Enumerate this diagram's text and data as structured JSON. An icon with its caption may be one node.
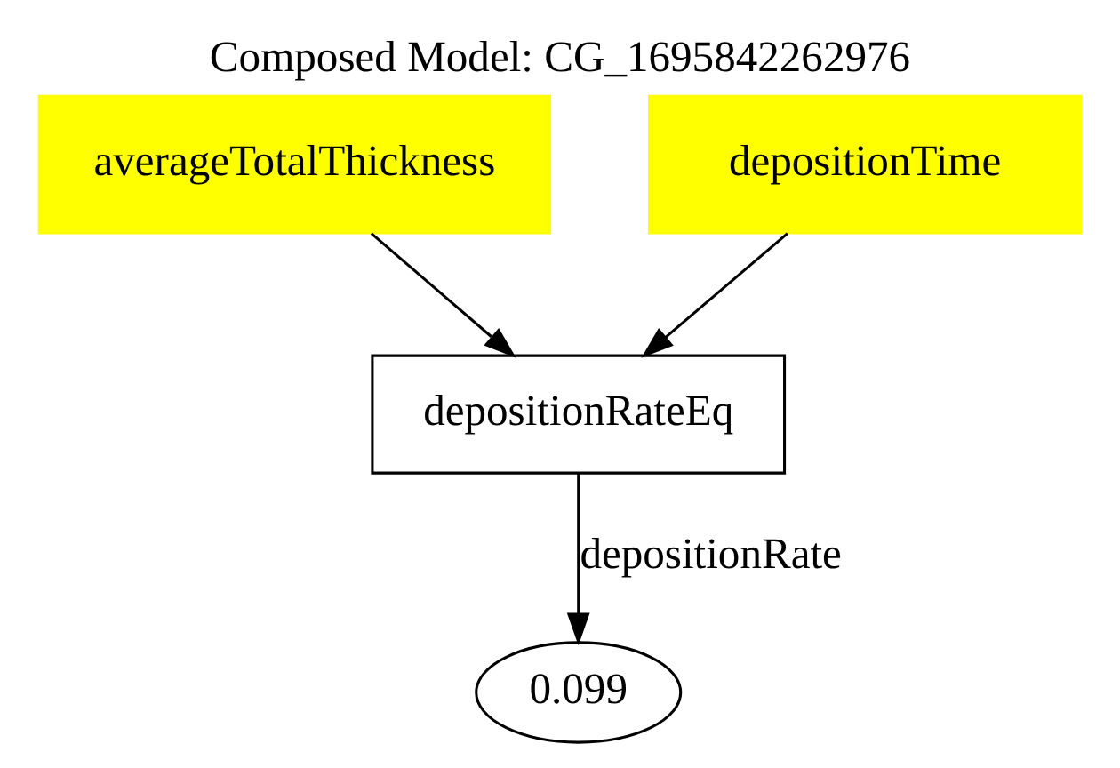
{
  "diagram": {
    "title": "Composed Model: CG_1695842262976",
    "nodes": [
      {
        "text": [
          "averageTotalThickness"
        ]
      },
      {
        "text": [
          "depositionTime"
        ]
      },
      {
        "text": [
          "depositionRateEq"
        ]
      },
      {
        "text": [
          "0.099"
        ]
      }
    ],
    "edges": [
      {
        "from": 0,
        "to": 2,
        "arrow": "to"
      },
      {
        "from": 1,
        "to": 2,
        "arrow": "to"
      },
      {
        "from": 2,
        "to": 3,
        "arrow": "to",
        "label": "depositionRate"
      }
    ]
  }
}
